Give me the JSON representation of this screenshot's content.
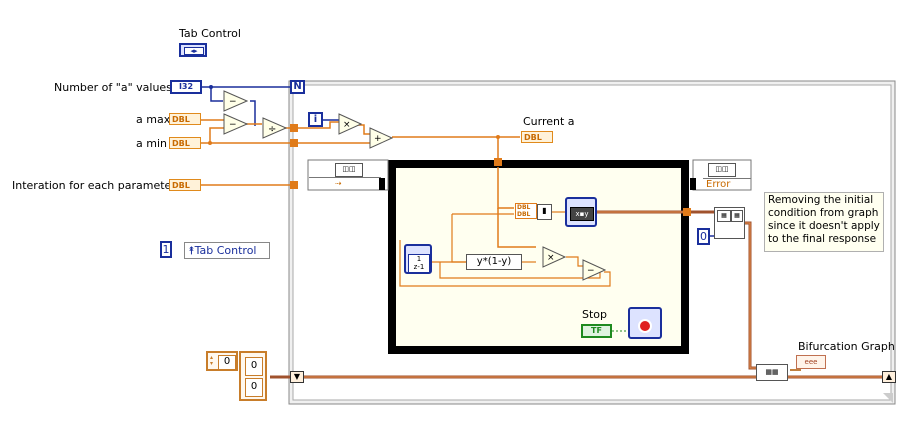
{
  "labels": {
    "tab_control_top": "Tab Control",
    "num_a_values": "Number of \"a\" values",
    "a_max": "a max",
    "a_min": "a min",
    "iterations": "Interation for each parameter",
    "current_a": "Current a",
    "stop": "Stop",
    "bifurcation": "Bifurcation Graph"
  },
  "terminals": {
    "i32": "I32",
    "dbl": "DBL",
    "tf": "TF",
    "loop_n": "N",
    "loop_i": "i"
  },
  "nodes": {
    "expr": "y*(1-y)",
    "error_tab": "Error",
    "zdelay_top": "1",
    "zdelay_bottom": "z-1",
    "bif_terminal": "eee"
  },
  "constants": {
    "tab_const": "1",
    "tab_prop": "Tab Control",
    "delete_index": "0",
    "shift_init": "0",
    "array_0": "0",
    "array_1": "0"
  },
  "comment": "Removing the initial condition from graph since it doesn't apply to the final response",
  "colors": {
    "orange": "#e07b1a",
    "blue": "#1a2f9c",
    "green": "#1f8a1f",
    "pink": "#d06080"
  }
}
